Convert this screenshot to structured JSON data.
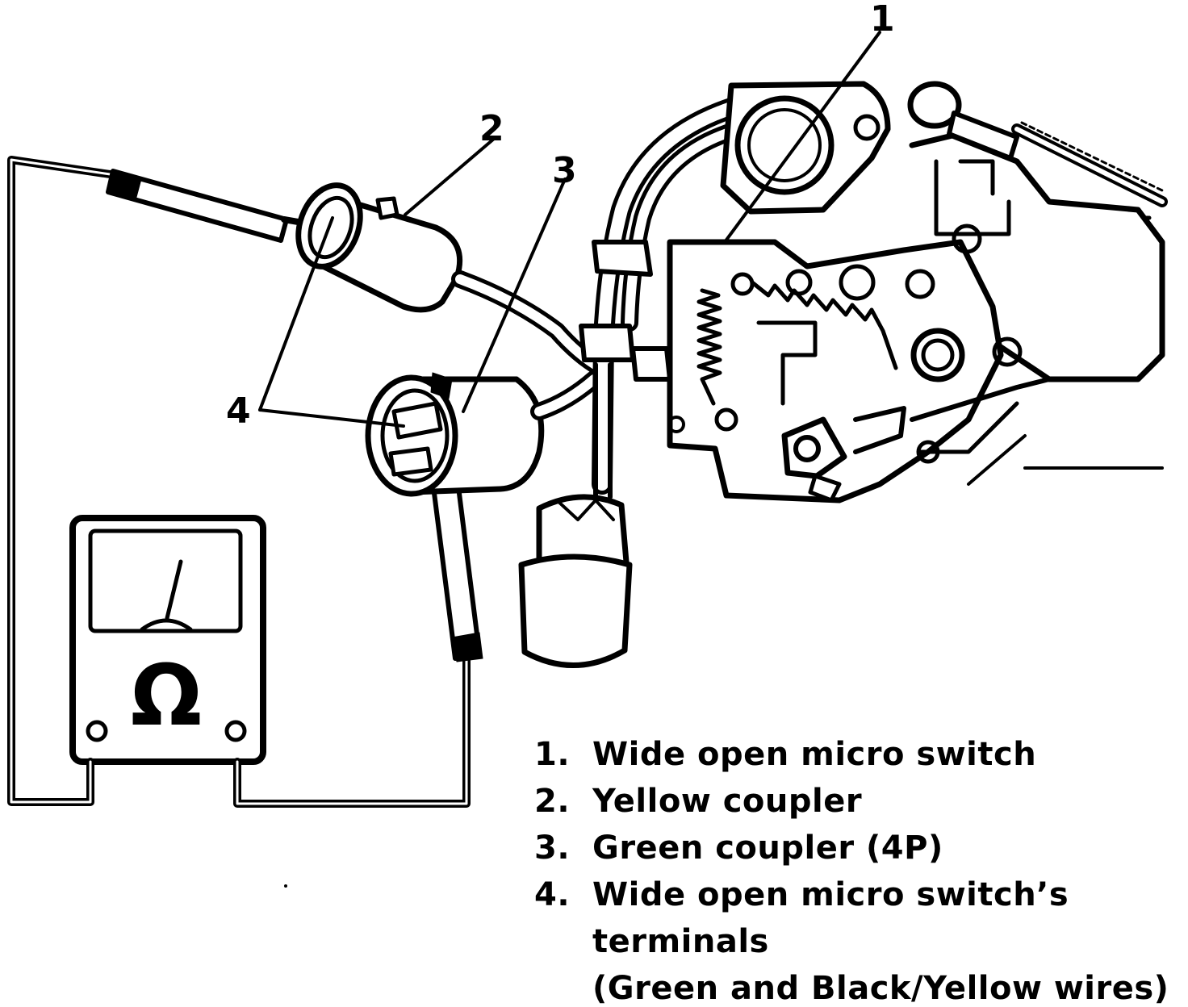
{
  "callouts": {
    "c1": "1",
    "c2": "2",
    "c3": "3",
    "c4": "4"
  },
  "meter": {
    "symbol": "Ω"
  },
  "legend": {
    "items": [
      {
        "num": "1.",
        "text": "Wide open micro switch"
      },
      {
        "num": "2.",
        "text": "Yellow coupler"
      },
      {
        "num": "3.",
        "text": "Green coupler (4P)"
      },
      {
        "num": "4.",
        "text": "Wide open micro switch’s"
      }
    ],
    "item4_line2": "terminals",
    "item4_line3": "(Green and Black/Yellow wires)"
  },
  "colors": {
    "ink": "#000000",
    "paper": "#ffffff"
  }
}
